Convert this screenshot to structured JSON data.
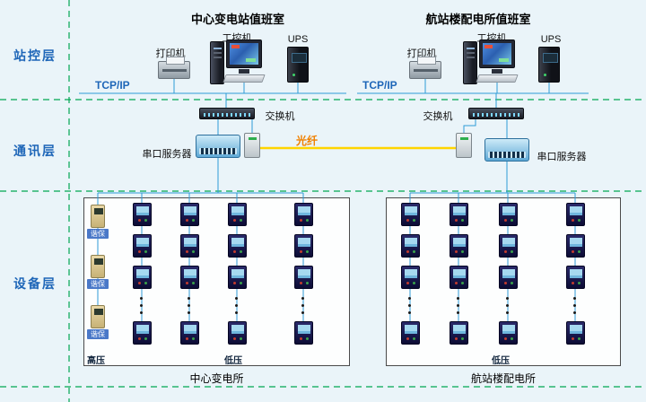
{
  "diagram": {
    "layers": [
      {
        "label": "站控层"
      },
      {
        "label": "通讯层"
      },
      {
        "label": "设备层"
      }
    ],
    "left": {
      "title": "中心变电站值班室",
      "printer": "打印机",
      "ipc": "工控机",
      "ups": "UPS",
      "tcpip": "TCP/IP",
      "switch": "交换机",
      "serial_server": "串口服务器",
      "hv": "高压",
      "lv": "低压",
      "harmonic": "谐保",
      "caption": "中心变电所"
    },
    "right": {
      "title": "航站楼配电所值班室",
      "printer": "打印机",
      "ipc": "工控机",
      "ups": "UPS",
      "tcpip": "TCP/IP",
      "switch": "交换机",
      "serial_server": "串口服务器",
      "lv": "低压",
      "caption": "航站楼配电所"
    },
    "fiber": "光纤",
    "colors": {
      "background": "#eaf4f9",
      "divider": "#00a651",
      "wire": "#2e9bd6",
      "fiber": "#ffd400",
      "accent_text": "#1e66b8",
      "fiber_text": "#f08000"
    }
  }
}
